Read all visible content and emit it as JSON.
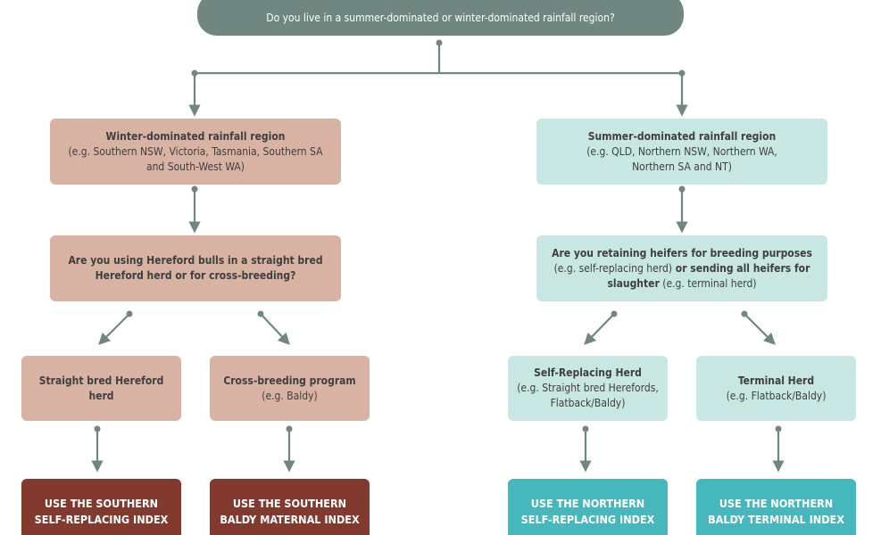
{
  "question_top": "Do you live in a summer-dominated or winter-dominated rainfall region?",
  "winter_region": {
    "title": "Winter-dominated rainfall region",
    "lines": [
      "(e.g. Southern NSW, Victoria, Tasmania, Southern SA",
      "and South-West WA)"
    ]
  },
  "summer_region": {
    "title": "Summer-dominated rainfall region",
    "lines": [
      "(e.g. QLD, Northern NSW, Northern WA,",
      "Northern SA and NT)"
    ]
  },
  "winter_question": {
    "lines": [
      "Are you using Hereford bulls in a straight bred",
      "Hereford herd or for cross-breeding?"
    ]
  },
  "summer_question": {
    "line1": "Are you retaining heifers for breeding purposes",
    "line2_light": "(e.g. self-replacing herd)",
    "line2_bold": " or sending all heifers for",
    "line3_bold": "slaughter",
    "line3_light": " (e.g. terminal herd)"
  },
  "straight_bred": {
    "title": "Straight bred Hereford herd"
  },
  "cross_breeding": {
    "title": "Cross-breeding program",
    "example": "(e.g. Baldy)"
  },
  "self_replacing": {
    "title": "Self-Replacing Herd",
    "lines": [
      "(e.g. Straight bred Herefords,",
      "Flatback/Baldy)"
    ]
  },
  "terminal": {
    "title": "Terminal Herd",
    "example": "(e.g. Flatback/Baldy)"
  },
  "results": {
    "southern_self": [
      "USE THE SOUTHERN",
      "SELF-REPLACING INDEX"
    ],
    "southern_baldy": [
      "USE THE SOUTHERN",
      "BALDY MATERNAL INDEX"
    ],
    "northern_self": [
      "USE THE NORTHERN",
      "SELF-REPLACING INDEX"
    ],
    "northern_baldy": [
      "USE THE NORTHERN",
      "BALDY TERMINAL INDEX"
    ]
  },
  "colors": {
    "connector": "#6f8780",
    "top_question": "#6f8780",
    "winter_box": "#d8b3a4",
    "summer_box": "#c8e7e3",
    "southern_result": "#833a2e",
    "northern_result": "#45b7bd"
  }
}
